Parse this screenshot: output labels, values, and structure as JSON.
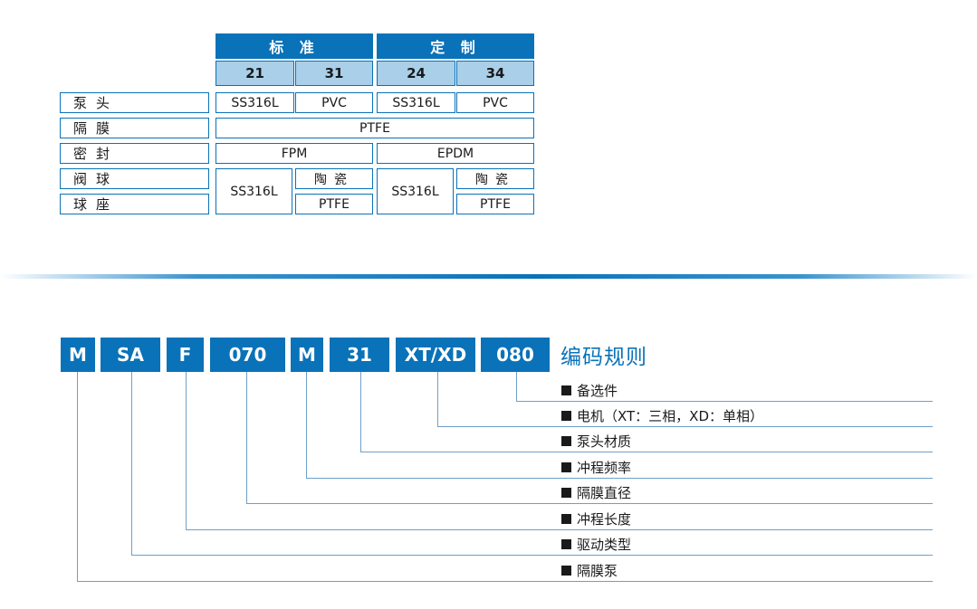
{
  "table": {
    "group_headers": [
      "标 准",
      "定 制"
    ],
    "model_codes": [
      "21",
      "31",
      "24",
      "34"
    ],
    "row_labels": [
      "泵头",
      "隔膜",
      "密封",
      "阀球",
      "球座"
    ],
    "pump_head": [
      "SS316L",
      "PVC",
      "SS316L",
      "PVC"
    ],
    "diaphragm": "PTFE",
    "seal": [
      "FPM",
      "EPDM"
    ],
    "valve_ball_seat_metal": [
      "SS316L",
      "SS316L"
    ],
    "valve_ball": [
      "陶瓷",
      "陶瓷"
    ],
    "ball_seat": [
      "PTFE",
      "PTFE"
    ]
  },
  "coding": {
    "codes": [
      "M",
      "SA",
      "F",
      "070",
      "M",
      "31",
      "XT/XD",
      "080"
    ],
    "title": "编码规则",
    "legend": [
      "备选件",
      "电机（XT：三相，XD：单相）",
      "泵头材质",
      "冲程频率",
      "隔膜直径",
      "冲程长度",
      "驱动类型",
      "隔膜泵"
    ]
  },
  "colors": {
    "brand_blue": "#0a72b8",
    "light_blue": "#a9cfe9",
    "line_blue": "#6f9fc9"
  }
}
